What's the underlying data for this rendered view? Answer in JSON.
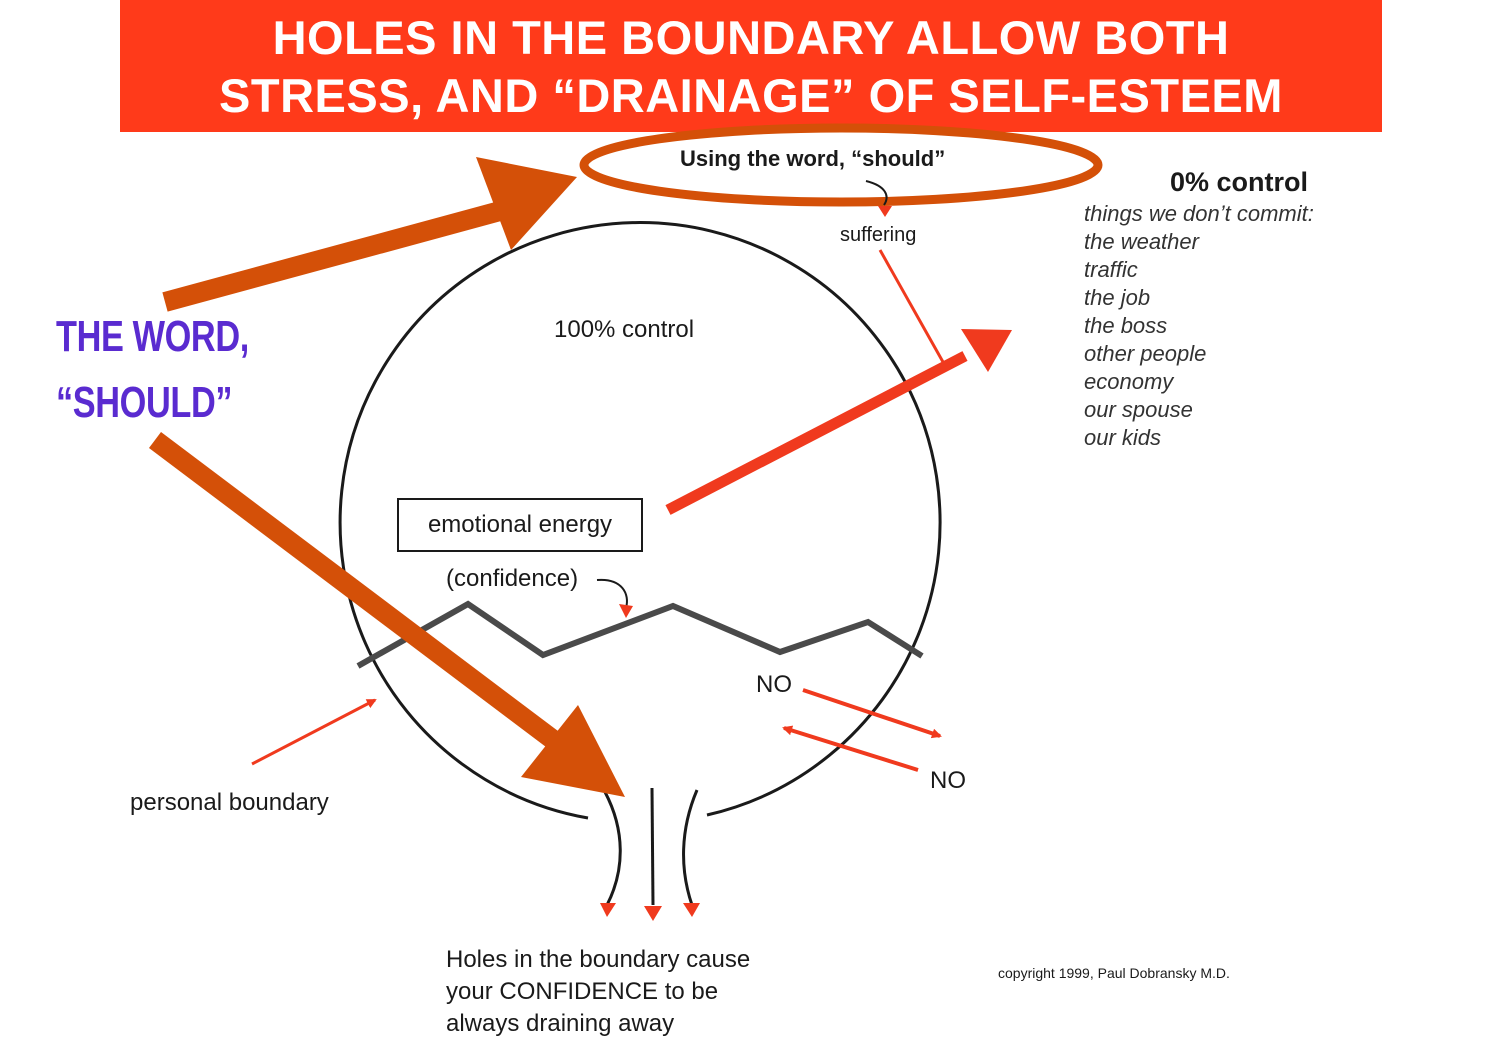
{
  "banner": {
    "color": "#ff3a1a",
    "line1": "HOLES IN THE  BOUNDARY ALLOW BOTH",
    "line2": "STRESS, AND “DRAINAGE” OF SELF-ESTEEM"
  },
  "should": {
    "line1": "THE WORD,",
    "line2": "“SHOULD”",
    "color": "#5a2bd0",
    "oval_label": "Using the word, “should”",
    "suffering": "suffering"
  },
  "circle": {
    "control_label": "100% control",
    "energy_label": "emotional energy",
    "confidence_label": "(confidence)",
    "no_out": "NO",
    "no_in": "NO",
    "boundary_label": "personal boundary"
  },
  "outside": {
    "heading": "0% control",
    "intro": "things we don’t commit:",
    "items": [
      "the weather",
      "traffic",
      "the job",
      "the boss",
      "other people",
      "economy",
      "our spouse",
      "our kids"
    ]
  },
  "caption": {
    "line1": "Holes in the boundary cause",
    "line2": "your CONFIDENCE to be",
    "line3": "always draining away"
  },
  "copyright": "copyright 1999, Paul Dobransky M.D.",
  "colors": {
    "orange_arrow": "#d45008",
    "red_arrow": "#f03a1e",
    "ink": "#1a1a1a",
    "wave": "#4a4a4a"
  }
}
